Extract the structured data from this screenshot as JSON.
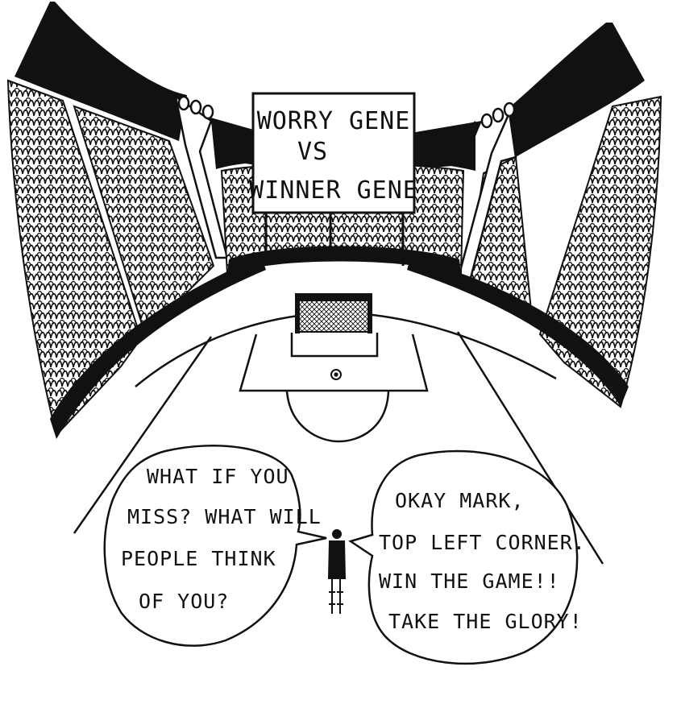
{
  "scoreboard": {
    "line1": "WORRY GENE",
    "line2": "VS",
    "line3": "WINNER GENE"
  },
  "left_bubble": {
    "lines": [
      "WHAT IF YOU",
      "MISS? WHAT WILL",
      "PEOPLE THINK",
      "OF YOU?"
    ]
  },
  "right_bubble": {
    "lines": [
      "OKAY MARK,",
      "TOP LEFT CORNER.",
      "WIN THE GAME!!",
      "TAKE THE GLORY!"
    ]
  },
  "colors": {
    "ink": "#111111",
    "paper": "#ffffff"
  },
  "icons": {
    "floodlights": "floodlight-icon",
    "goal": "goal-net-icon",
    "ball": "football-icon",
    "player": "player-figure-icon"
  }
}
